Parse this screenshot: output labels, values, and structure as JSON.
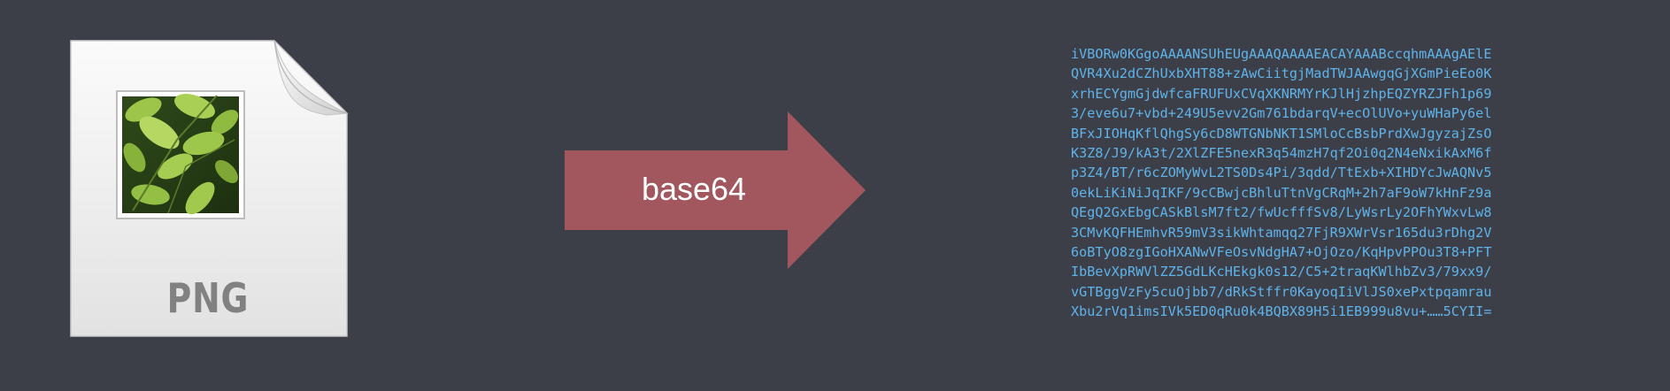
{
  "file": {
    "label": "PNG",
    "icon": "png-file-icon"
  },
  "arrow": {
    "label": "base64",
    "icon": "right-arrow-icon",
    "color": "#a2575f"
  },
  "encoded": {
    "color": "#5eb3ea",
    "lines": [
      "iVBORw0KGgoAAAANSUhEUgAAAQAAAAEACAYAAABccqhmAAAgAElE",
      "QVR4Xu2dCZhUxbXHT88+zAwCiitgjMadTWJAAwgqGjXGmPieEo0K",
      "xrhECYgmGjdwfcaFRUFUxCVqXKNRMYrKJlHjzhpEQZYRZJFh1p69",
      "3/eve6u7+vbd+249U5evv2Gm761bdarqV+ecOlUVo+yuWHaPy6el",
      "BFxJIOHqKflQhgSy6cD8WTGNbNKT1SMloCcBsbPrdXwJgyzajZsO",
      "K3Z8/J9/kA3t/2XlZFE5nexR3q54mzH7qf2Oi0q2N4eNxikAxM6f",
      "p3Z4/BT/r6cZOMyWvL2TS0Ds4Pi/3qdd/TtExb+XIHDYcJwAQNv5",
      "0ekLiKiNiJqIKF/9cCBwjcBhluTtnVgCRqM+2h7aF9oW7kHnFz9a",
      "QEgQ2GxEbgCASkBlsM7ft2/fwUcfffSv8/LyWsrLy2OFhYWxvLw8",
      "3CMvKQFHEmhvR59mV3sikWhtamqq27FjR9XWrVsr165du3rDhg2V",
      "6oBTyO8zgIGoHXANwVFeOsvNdgHA7+OjOzo/KqHpvPPOu3T8+PFT",
      "IbBevXpRWVlZZ5GdLKcHEkgk0s12/C5+2traqKWlhbZv3/79xx9/",
      "vGTBggVzFy5cuOjbb7/dRkStffr0KayoqIiVlJS0xePxtpqamrau",
      "Xbu2rVq1imsIVk5ED0qRu0k4BQBX89H5i1EB999u8vu+……5CYII="
    ]
  }
}
